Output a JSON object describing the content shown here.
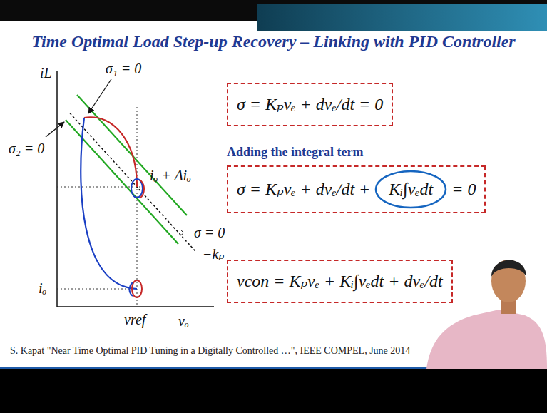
{
  "diagram": {
    "title": "Time Optimal Load Step-up Recovery – Linking with PID Controller",
    "caption": "S. Kapat \"Near Time Optimal PID Tuning in a Digitally Controlled …\", IEEE COMPEL, June 2014",
    "nodes": [
      {
        "text": [
          "σ = Kₚvₑ + dvₑ/dt = 0"
        ]
      },
      {
        "text": [
          "σ = Kₚvₑ + dvₑ/dt +",
          "= 0"
        ]
      },
      {
        "text": [
          "Kᵢ∫vₑdt"
        ],
        "in": 1
      },
      {
        "text": [
          "vcon = Kₚvₑ + Kᵢ∫vₑdt + dvₑ/dt"
        ]
      }
    ],
    "labels": [
      "iL",
      "σ₁ = 0",
      "σ₂ = 0",
      "iₒ + Δiₒ",
      "σ = 0",
      "−kₚ",
      "iₒ",
      "vref",
      "vₒ",
      "Adding the integral term"
    ]
  }
}
